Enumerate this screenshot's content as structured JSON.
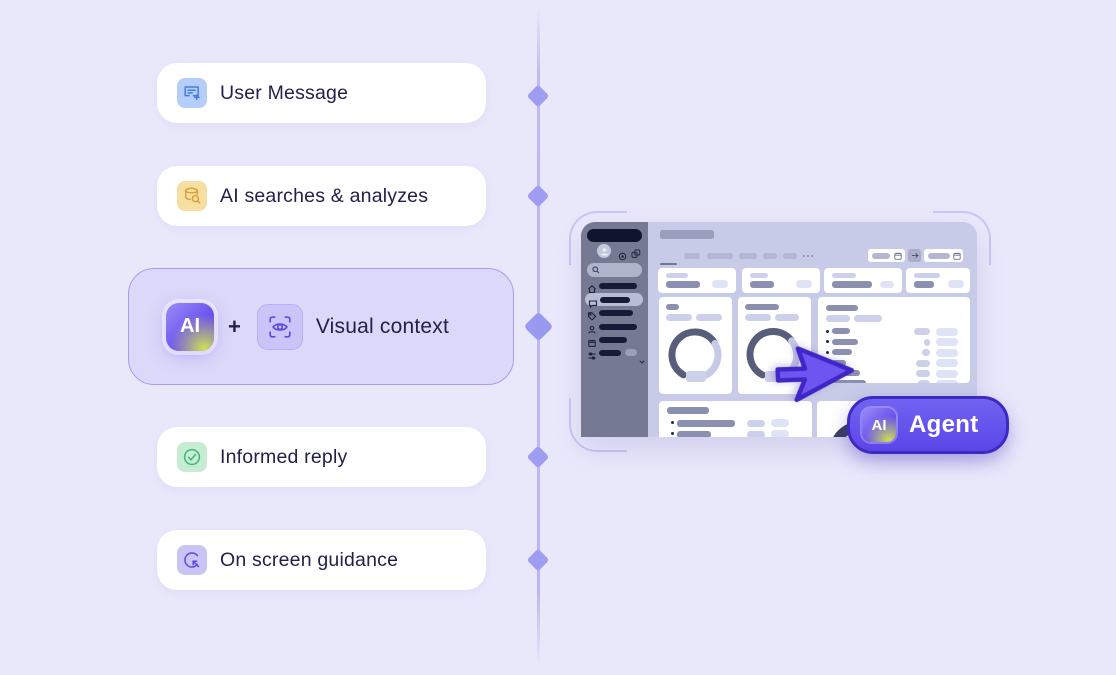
{
  "steps": [
    {
      "id": "user-message",
      "label": "User Message"
    },
    {
      "id": "ai-searches",
      "label": "AI searches & analyzes"
    },
    {
      "id": "visual-context",
      "label": "Visual context",
      "ai_logo_text": "AI",
      "plus_sign": "+"
    },
    {
      "id": "informed-reply",
      "label": "Informed reply"
    },
    {
      "id": "on-screen-guidance",
      "label": "On screen guidance"
    }
  ],
  "agent_badge": {
    "logo_text": "AI",
    "label": "Agent"
  },
  "colors": {
    "background": "#e9e8fb",
    "card_text": "#23204a",
    "highlight_card_bg": "#dcd8f9",
    "highlight_card_border": "#a49df0",
    "timeline": "#9e9df1",
    "accent_purple": "#6a50ee",
    "logo_glow_green": "#d5eb4b",
    "chip_blue_bg": "#b4cdf9",
    "chip_blue_fg": "#4a7de2",
    "chip_yellow_bg": "#f6dfa0",
    "chip_yellow_fg": "#d9a13a",
    "chip_green_bg": "#c6ecd3",
    "chip_green_fg": "#3cb874",
    "chip_purple_bg": "#cac5f8",
    "chip_purple_fg": "#5b4ae0",
    "agent_badge_border": "#3e2ac1",
    "mockup_sidebar": "#757992",
    "mockup_window_bg": "#c8cbe7"
  }
}
